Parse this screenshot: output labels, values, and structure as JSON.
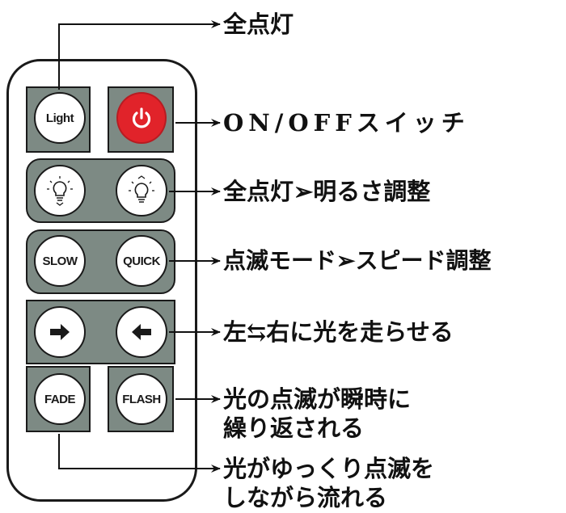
{
  "remote": {
    "light_label": "Light",
    "slow_label": "SLOW",
    "quick_label": "QUICK",
    "fade_label": "FADE",
    "flash_label": "FLASH",
    "power_icon": "power-icon",
    "brightness_down_icon": "bulb-dim-icon",
    "brightness_up_icon": "bulb-bright-icon",
    "right_arrow_icon": "arrow-right-icon",
    "left_arrow_icon": "arrow-left-icon",
    "panel_color": "#7d8a84",
    "power_color": "#e1232a"
  },
  "annotations": {
    "all_on": "全点灯",
    "on_off": "ON/OFFスイッチ",
    "brightness": "全点灯➢明るさ調整",
    "speed": "点滅モード➢スピード調整",
    "chase": "左⇆右に光を走らせる",
    "flash_line1": "光の点滅が瞬時に",
    "flash_line2": "繰り返される",
    "fade_line1": "光がゆっくり点滅を",
    "fade_line2": "しながら流れる"
  }
}
